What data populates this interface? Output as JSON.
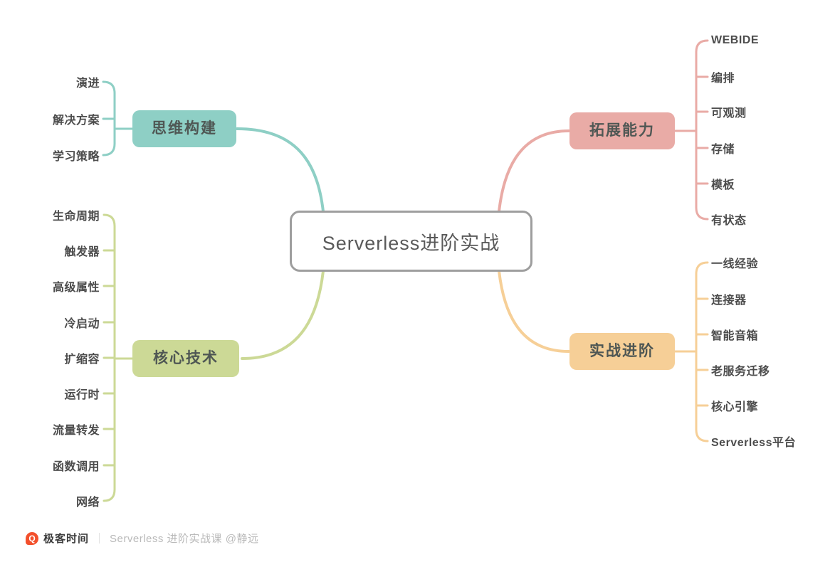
{
  "title": "Serverless进阶实战",
  "colors": {
    "teal": "#8ecfc5",
    "green": "#ccd996",
    "pink": "#e9aba6",
    "orange": "#f6cf97",
    "central_border": "#9e9e9e",
    "logo_orange": "#f3502c"
  },
  "branches": [
    {
      "label": "思维构建",
      "color": "#8ecfc5",
      "children": [
        "演进",
        "解决方案",
        "学习策略"
      ]
    },
    {
      "label": "核心技术",
      "color": "#ccd996",
      "children": [
        "生命周期",
        "触发器",
        "高级属性",
        "冷启动",
        "扩缩容",
        "运行时",
        "流量转发",
        "函数调用",
        "网络"
      ]
    },
    {
      "label": "拓展能力",
      "color": "#e9aba6",
      "children": [
        "WEBIDE",
        "编排",
        "可观测",
        "存储",
        "模板",
        "有状态"
      ]
    },
    {
      "label": "实战进阶",
      "color": "#f6cf97",
      "children": [
        "一线经验",
        "连接器",
        "智能音箱",
        "老服务迁移",
        "核心引擎",
        "Serverless平台"
      ]
    }
  ],
  "footer": {
    "logo_glyph": "Q",
    "brand": "极客时间",
    "separator": "｜",
    "tagline": "Serverless 进阶实战课 @静远"
  }
}
